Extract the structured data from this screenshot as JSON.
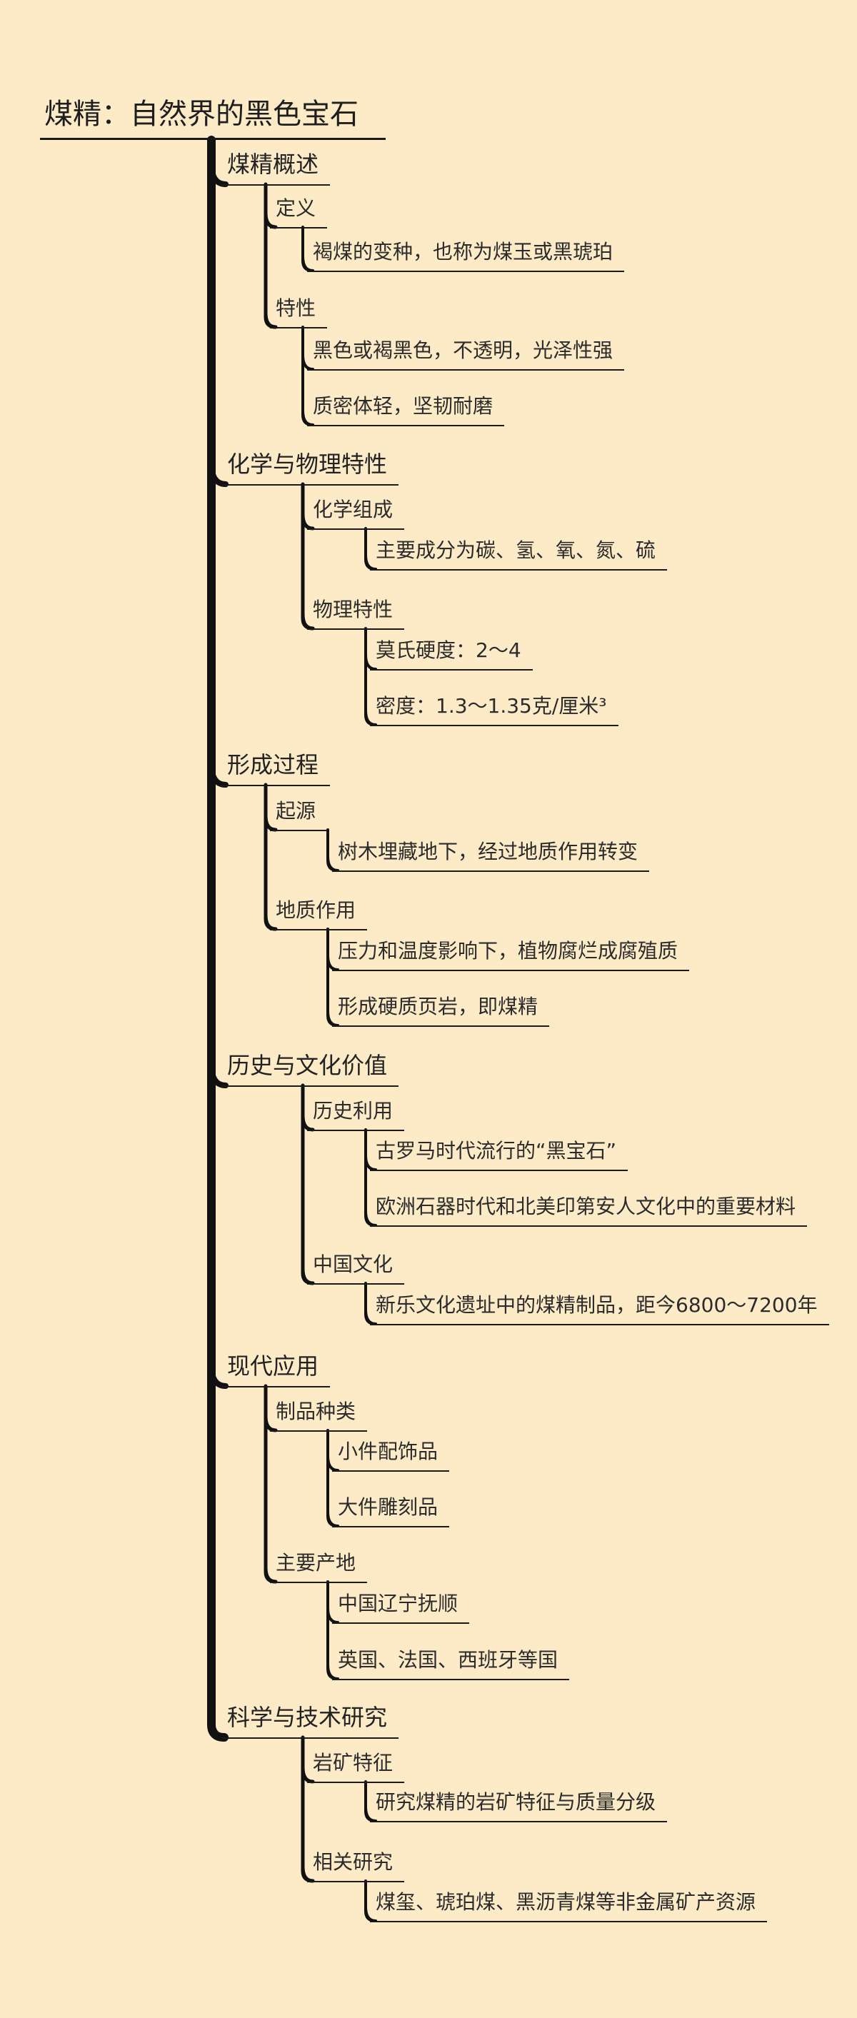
{
  "root": "煤精：自然界的黑色宝石",
  "branches": [
    {
      "label": "煤精概述",
      "children": [
        {
          "label": "定义",
          "children": [
            "褐煤的变种，也称为煤玉或黑琥珀"
          ]
        },
        {
          "label": "特性",
          "children": [
            "黑色或褐黑色，不透明，光泽性强",
            "质密体轻，坚韧耐磨"
          ]
        }
      ]
    },
    {
      "label": "化学与物理特性",
      "children": [
        {
          "label": "化学组成",
          "children": [
            "主要成分为碳、氢、氧、氮、硫"
          ]
        },
        {
          "label": "物理特性",
          "children": [
            "莫氏硬度：2～4",
            "密度：1.3～1.35克/厘米³"
          ]
        }
      ]
    },
    {
      "label": "形成过程",
      "children": [
        {
          "label": "起源",
          "children": [
            "树木埋藏地下，经过地质作用转变"
          ]
        },
        {
          "label": "地质作用",
          "children": [
            "压力和温度影响下，植物腐烂成腐殖质",
            "形成硬质页岩，即煤精"
          ]
        }
      ]
    },
    {
      "label": "历史与文化价值",
      "children": [
        {
          "label": "历史利用",
          "children": [
            "古罗马时代流行的“黑宝石”",
            "欧洲石器时代和北美印第安人文化中的重要材料"
          ]
        },
        {
          "label": "中国文化",
          "children": [
            "新乐文化遗址中的煤精制品，距今6800～7200年"
          ]
        }
      ]
    },
    {
      "label": "现代应用",
      "children": [
        {
          "label": "制品种类",
          "children": [
            "小件配饰品",
            "大件雕刻品"
          ]
        },
        {
          "label": "主要产地",
          "children": [
            "中国辽宁抚顺",
            "英国、法国、西班牙等国"
          ]
        }
      ]
    },
    {
      "label": "科学与技术研究",
      "children": [
        {
          "label": "岩矿特征",
          "children": [
            "研究煤精的岩矿特征与质量分级"
          ]
        },
        {
          "label": "相关研究",
          "children": [
            "煤玺、琥珀煤、黑沥青煤等非金属矿产资源"
          ]
        }
      ]
    }
  ]
}
